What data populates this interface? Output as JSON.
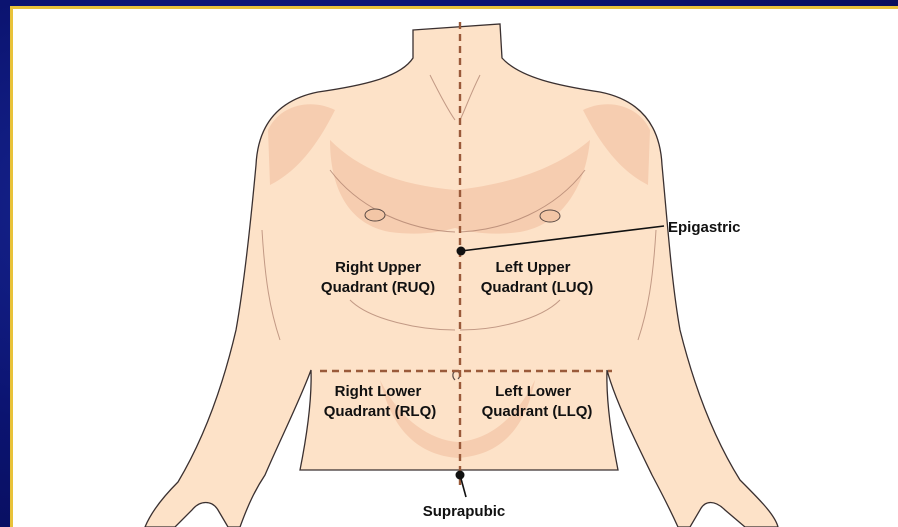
{
  "labels": {
    "ruq_line1": "Right Upper",
    "ruq_line2": "Quadrant (RUQ)",
    "luq_line1": "Left Upper",
    "luq_line2": "Quadrant (LUQ)",
    "rlq_line1": "Right Lower",
    "rlq_line2": "Quadrant (RLQ)",
    "llq_line1": "Left Lower",
    "llq_line2": "Quadrant (LLQ)",
    "epigastric": "Epigastric",
    "suprapubic": "Suprapubic"
  },
  "colors": {
    "skin": "#fde2c8",
    "skin_shade": "#f6cdb0",
    "divider": "#9a5a3a",
    "background": "#0a0f66",
    "panel_border": "#e8c23a"
  }
}
